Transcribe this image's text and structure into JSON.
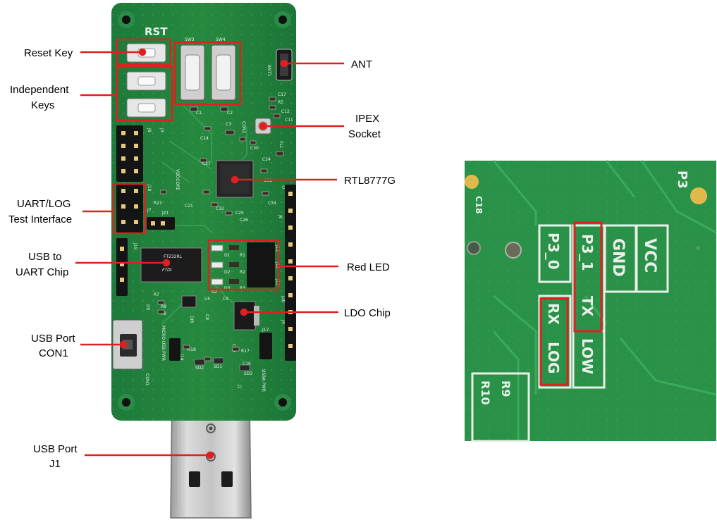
{
  "board_silkscreen": {
    "rst": "RST",
    "sw3": "SW3",
    "sw4": "SW4",
    "ant1": "ANT1",
    "c17": "C17",
    "r5": "R5",
    "c12": "C12",
    "c11": "C11",
    "con2": "CON2",
    "fl1": "FL1",
    "c3": "C3",
    "c30": "C30",
    "c24": "C24",
    "c14": "C14",
    "c1": "C1",
    "c2": "C2",
    "c27": "C27",
    "c31": "C31",
    "c35": "C35",
    "c34": "C34",
    "vddcore": "VDDCORE",
    "r21": "R21",
    "c21": "C21",
    "c32": "C32",
    "c25": "C25",
    "c26": "C26",
    "j7": "J7",
    "j21": "J21",
    "j6": "J6",
    "j3": "J3",
    "j8": "J8",
    "j19": "J19",
    "j11": "J11",
    "j12": "J12",
    "j13": "J13",
    "ft232rl": "FT232RL",
    "ftdi": "FTDI",
    "d1": "D1",
    "d2": "D2",
    "d3": "D3",
    "r1": "R1",
    "r2": "R2",
    "r3": "R3",
    "u2": "U2",
    "j20": "J20",
    "j4": "J4",
    "u5": "U5",
    "c8": "C8",
    "c13": "C13",
    "c9": "C9",
    "dir": "DIR",
    "r8": "R8",
    "d5": "D5",
    "r9": "R9",
    "r7": "R7",
    "micro_usb_pwr": "MICRO USB PWR",
    "r18": "R18",
    "j14": "J14",
    "sd2": "SD2",
    "sd1": "SD1",
    "sd3": "SD3",
    "usba_pwr": "USBA PWR",
    "r17": "R17",
    "c10": "C10",
    "con1": "CON1",
    "j1": "J1",
    "j17": "J17",
    "j18": "J18"
  },
  "callouts": {
    "reset_key": "Reset Key",
    "independent_keys": [
      "Independent",
      "Keys"
    ],
    "uart_log": [
      "UART/LOG",
      "Test Interface"
    ],
    "usb_uart": [
      "USB to",
      "UART Chip"
    ],
    "usb_con1": [
      "USB Port",
      "CON1"
    ],
    "usb_j1": [
      "USB Port",
      "J1"
    ],
    "ant": "ANT",
    "ipex": [
      "IPEX",
      "Socket"
    ],
    "rtl": "RTL8777G",
    "red_led": "Red LED",
    "ldo": "LDO Chip"
  },
  "zoom_silkscreen": {
    "p3": "P3",
    "c18": "C18",
    "vcc": "VCC",
    "gnd": "GND",
    "tx_pin": "P3_1",
    "tx": "TX",
    "rx_pin": "P3_0",
    "rx": "RX",
    "log": "LOG",
    "low": "LOW",
    "r10": "R10",
    "r9": "R9"
  },
  "colors": {
    "pcb": "#22803f",
    "pcb_dark": "#17692f",
    "pcb_light": "#2f9950",
    "callout": "#e02020",
    "silk": "#e9efe9",
    "header": "#1a1a1a",
    "zoom_pcb": "#2a9248"
  }
}
